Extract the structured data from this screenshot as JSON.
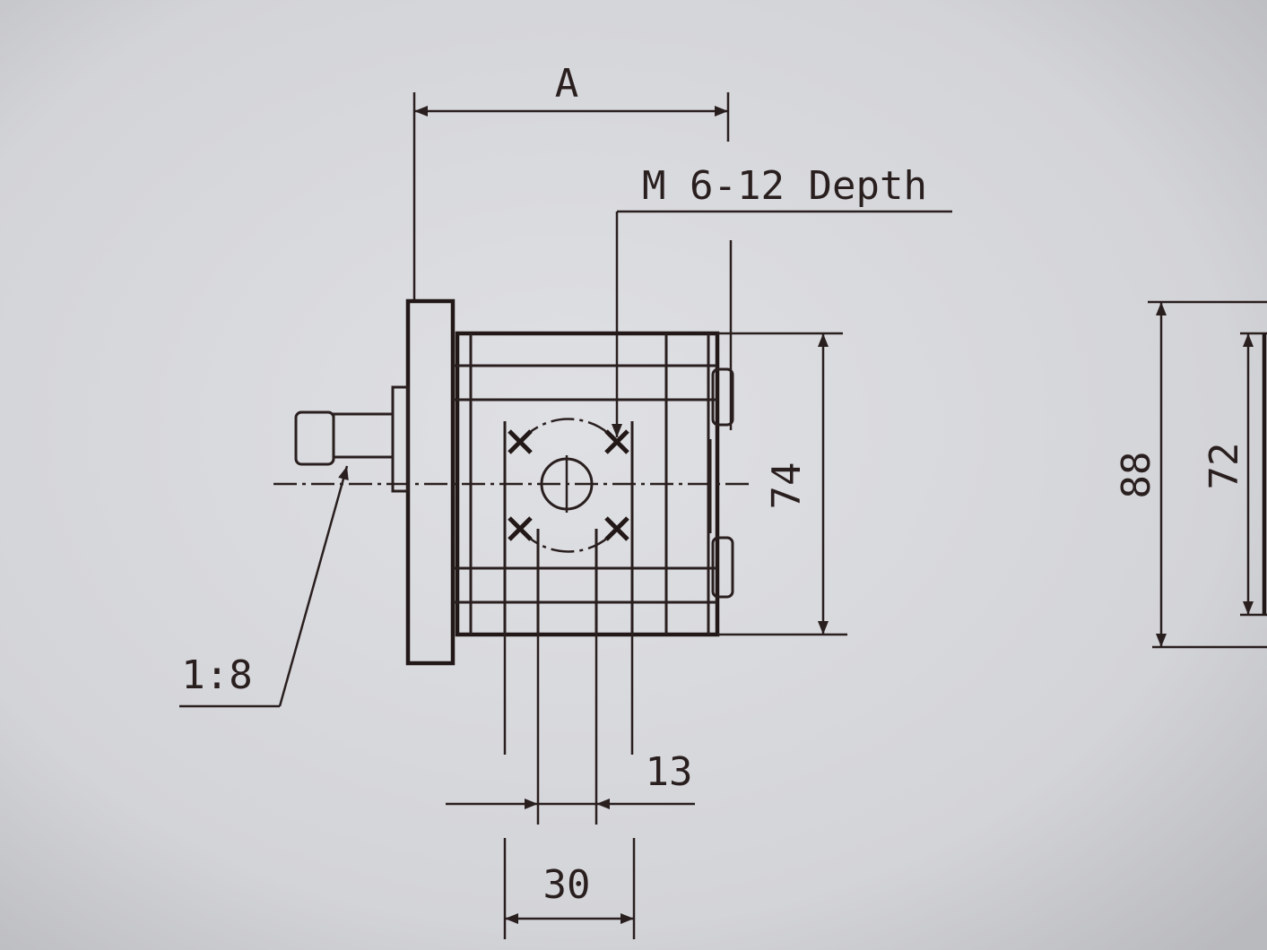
{
  "drawing": {
    "dim_a": "A",
    "thread_note": "M 6-12 Depth",
    "dim_height_body": "74",
    "dim_height_total": "88",
    "dim_height_inner": "72",
    "taper": "1:8",
    "dim_port_offset": "13",
    "dim_port_spacing": "30"
  }
}
